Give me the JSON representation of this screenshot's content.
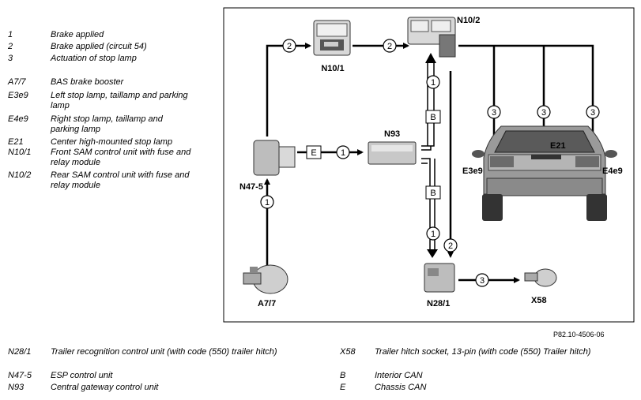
{
  "legend_top": [
    {
      "key": "1",
      "text": "Brake applied"
    },
    {
      "key": "2",
      "text": "Brake applied (circuit 54)"
    },
    {
      "key": "3",
      "text": "Actuation of stop lamp"
    },
    {
      "key": "A7/7",
      "text": "BAS brake booster"
    },
    {
      "key": "E3e9",
      "text": "Left stop lamp, taillamp and parking lamp"
    },
    {
      "key": "E4e9",
      "text": "Right stop lamp, taillamp and parking lamp"
    },
    {
      "key": "E21",
      "text": "Center high-mounted stop lamp"
    },
    {
      "key": "N10/1",
      "text": "Front SAM control unit with fuse and relay module"
    },
    {
      "key": "N10/2",
      "text": "Rear SAM control unit with fuse and relay module"
    }
  ],
  "legend_bottom_left": [
    {
      "key": "N28/1",
      "text": "Trailer recognition control unit (with code (550) trailer hitch)"
    },
    {
      "key": "N47-5",
      "text": "ESP control unit"
    },
    {
      "key": "N93",
      "text": "Central gateway control unit"
    }
  ],
  "legend_bottom_right": [
    {
      "key": "X58",
      "text": "Trailer hitch socket, 13-pin (with code (550) Trailer hitch)"
    },
    {
      "key": "B",
      "text": "Interior CAN"
    },
    {
      "key": "E",
      "text": "Chassis CAN"
    }
  ],
  "diagram": {
    "components": {
      "n10_1": "N10/1",
      "n10_2": "N10/2",
      "n93": "N93",
      "n47_5": "N47-5",
      "a7_7": "A7/7",
      "n28_1": "N28/1",
      "x58": "X58",
      "e21": "E21",
      "e3e9": "E3e9",
      "e4e9": "E4e9"
    },
    "signals": {
      "one": "1",
      "two": "2",
      "three": "3"
    },
    "buses": {
      "b": "B",
      "e": "E"
    }
  },
  "reference": "P82.10-4506-06"
}
